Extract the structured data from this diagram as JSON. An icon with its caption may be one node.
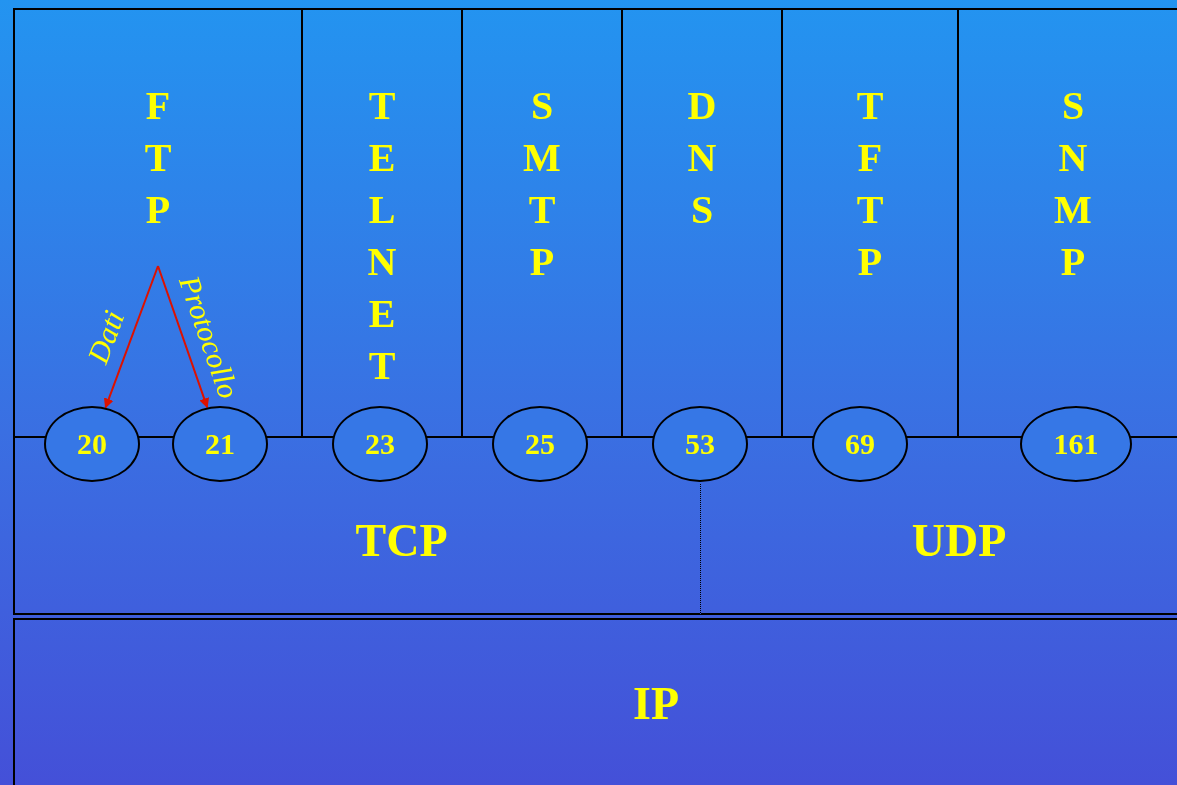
{
  "diagram": {
    "nodes": [
      {
        "text": [
          "FTP"
        ]
      },
      {
        "text": [
          "TELNET"
        ]
      },
      {
        "text": [
          "SMTP"
        ]
      },
      {
        "text": [
          "DNS"
        ]
      },
      {
        "text": [
          "TFTP"
        ]
      },
      {
        "text": [
          "SNMP"
        ]
      },
      {
        "text": [
          "20"
        ]
      },
      {
        "text": [
          "21"
        ]
      },
      {
        "text": [
          "23"
        ]
      },
      {
        "text": [
          "25"
        ]
      },
      {
        "text": [
          "53"
        ]
      },
      {
        "text": [
          "69"
        ]
      },
      {
        "text": [
          "161"
        ]
      },
      {
        "text": [
          "TCP"
        ]
      },
      {
        "text": [
          "UDP"
        ]
      },
      {
        "text": [
          "IP"
        ]
      }
    ],
    "edges": [
      {
        "from": 0,
        "to": 6,
        "arrow": "to",
        "label": "Dati"
      },
      {
        "from": 0,
        "to": 7,
        "arrow": "to",
        "label": "Protocollo"
      }
    ]
  }
}
